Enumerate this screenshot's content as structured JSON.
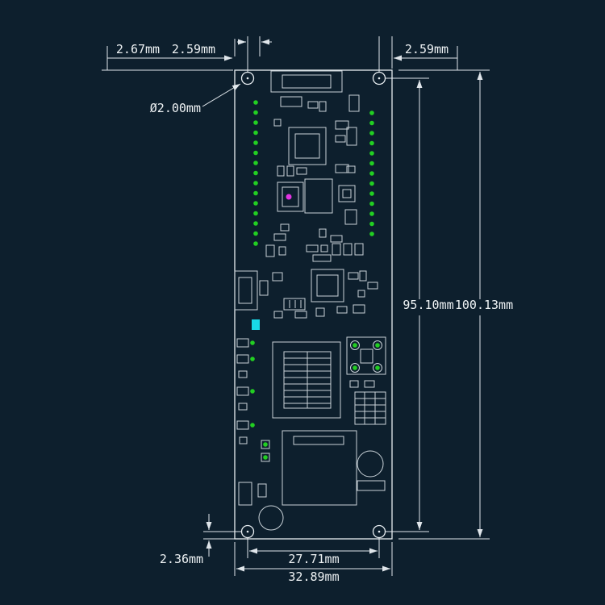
{
  "drawing": {
    "colors": {
      "background": "#0d1f2d",
      "outline": "#e8eef2",
      "component": "#c9d2d8",
      "dimension_line": "#dfe5ea",
      "pad_green": "#22cf22",
      "led_magenta": "#e233e2",
      "led_cyan": "#19d9e8"
    },
    "dimensions": {
      "edge_to_hole_left": "2.67mm",
      "top_left_second": "2.59mm",
      "top_right": "2.59mm",
      "hole_diameter": "Ø2.00mm",
      "holes_span_vertical": "95.10mm",
      "board_height": "100.13mm",
      "bottom_offset": "2.36mm",
      "holes_span_horizontal": "27.71mm",
      "board_width": "32.89mm"
    }
  }
}
